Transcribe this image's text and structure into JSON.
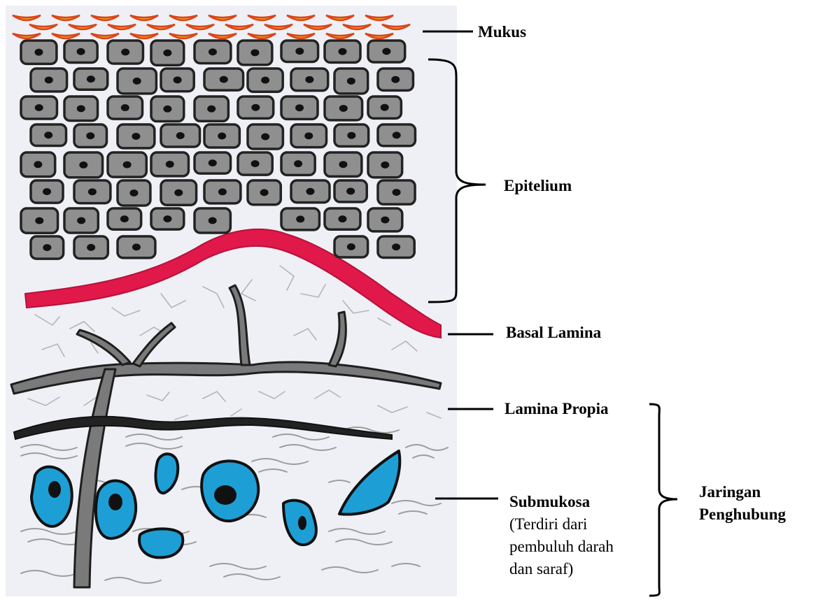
{
  "labels": {
    "mukus": "Mukus",
    "epitelium": "Epitelium",
    "basal_lamina": "Basal Lamina",
    "lamina_propia": "Lamina Propia",
    "submukosa": "Submukosa",
    "submukosa_desc": [
      "(Terdiri dari",
      "pembuluh darah",
      "dan saraf)"
    ],
    "jaringan": [
      "Jaringan",
      "Penghubung"
    ]
  },
  "colors": {
    "mucus": "#f2a020",
    "mucus_outline": "#d9451b",
    "cell_fill": "#8f8f8f",
    "cell_outline": "#222222",
    "basal_lamina": "#e0194a",
    "nerve": "#6e6e6e",
    "vessel_blue": "#1d9fd6",
    "fibers": "#9a9a9a",
    "paper": "#eef0f5"
  }
}
